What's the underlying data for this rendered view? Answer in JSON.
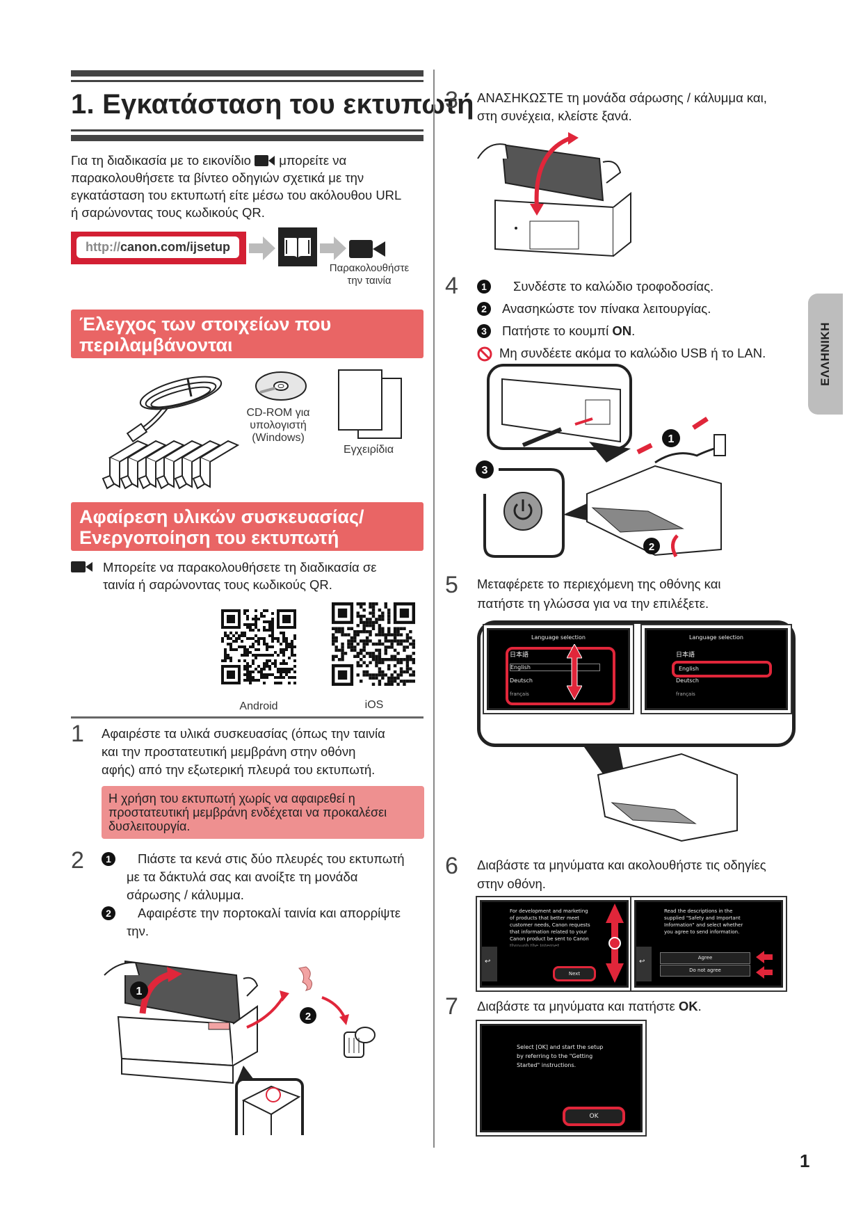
{
  "header": {
    "title": "1. Εγκατάσταση του εκτυπωτή"
  },
  "intro": {
    "line1": "Για τη διαδικασία με το εικονίδιο",
    "line1b": "μπορείτε να",
    "line2": "παρακολουθήσετε τα βίντεο οδηγιών σχετικά με την",
    "line3": "εγκατάσταση του εκτυπωτή είτε μέσω του ακόλουθου URL",
    "line4": "ή σαρώνοντας τους κωδικούς QR.",
    "url_prefix": "http://",
    "url_main": "canon.com/ijsetup",
    "watch_label_1": "Παρακολουθήστε",
    "watch_label_2": "την ταινία"
  },
  "contents_section": {
    "banner_line1": "Έλεγχος των στοιχείων που",
    "banner_line2": "περιλαμβάνονται",
    "cd_caption_1": "CD-ROM για",
    "cd_caption_2": "υπολογιστή",
    "cd_caption_3": "(Windows)",
    "manuals_caption": "Εγχειρίδια"
  },
  "unpack_section": {
    "banner_line1": "Αφαίρεση υλικών συσκευασίας/",
    "banner_line2": "Ενεργοποίηση του εκτυπωτή",
    "video_note_1": "Μπορείτε να παρακολουθήσετε τη διαδικασία σε",
    "video_note_2": "ταινία ή σαρώνοντας τους κωδικούς QR.",
    "qr_android_label": "Android",
    "qr_ios_label": "iOS"
  },
  "steps": [
    {
      "number": "1",
      "lines": [
        "Αφαιρέστε τα υλικά συσκευασίας (όπως την ταινία",
        "και την προστατευτική μεμβράνη στην οθόνη",
        "αφής) από την εξωτερική πλευρά του εκτυπωτή."
      ],
      "warning": [
        "Η χρήση του εκτυπωτή χωρίς να αφαιρεθεί η",
        "προστατευτική μεμβράνη ενδέχεται να προκαλέσει",
        "δυσλειτουργία."
      ]
    },
    {
      "number": "2",
      "sub1_marker": "1",
      "sub1_lines": [
        "Πιάστε τα κενά στις δύο πλευρές του εκτυπωτή",
        "με τα δάκτυλά σας και ανοίξτε τη μονάδα",
        "σάρωσης / κάλυμμα."
      ],
      "sub2_marker": "2",
      "sub2_lines": [
        "Αφαιρέστε την πορτοκαλί ταινία και απορρίψτε",
        "την."
      ]
    },
    {
      "number": "3",
      "lines": [
        "ΑΝΑΣΗΚΩΣΤΕ τη μονάδα σάρωσης / κάλυμμα και,",
        "στη συνέχεια, κλείστε ξανά."
      ]
    },
    {
      "number": "4",
      "sub1_marker": "1",
      "sub1": "Συνδέστε το καλώδιο τροφοδοσίας.",
      "sub2_marker": "2",
      "sub2": "Ανασηκώστε τον πίνακα λειτουργίας.",
      "sub3_marker": "3",
      "sub3_prefix": "Πατήστε το κουμπί ",
      "sub3_bold": "ON",
      "sub3_suffix": ".",
      "prohibit": "Μη συνδέετε ακόμα το καλώδιο USB ή το LAN."
    },
    {
      "number": "5",
      "lines": [
        "Μεταφέρετε το περιεχόμενη της οθόνης και",
        "πατήστε τη γλώσσα για να την επιλέξετε."
      ],
      "screen_title": "Language selection",
      "languages": [
        "日本語",
        "English",
        "Deutsch",
        "français"
      ]
    },
    {
      "number": "6",
      "lines": [
        "Διαβάστε τα μηνύματα και ακολουθήστε τις οδηγίες",
        "στην οθόνη."
      ],
      "screen1_text": [
        "For development and marketing",
        "of products that better meet",
        "customer needs, Canon requests",
        "that information related to your",
        "Canon product be sent to Canon",
        "through the Internet."
      ],
      "screen1_button": "Next",
      "screen2_text": [
        "Read the descriptions in the",
        "supplied \"Safety and Important",
        "Information\" and select whether",
        "you agree to send information."
      ],
      "screen2_agree": "Agree",
      "screen2_disagree": "Do not agree",
      "back_symbol": "↩"
    },
    {
      "number": "7",
      "line_prefix": "Διαβάστε τα μηνύματα και πατήστε ",
      "line_bold": "OK",
      "line_suffix": ".",
      "screen_text": [
        "Select [OK] and start the setup",
        "by referring to the \"Getting",
        "Started\" instructions."
      ],
      "screen_button": "OK"
    }
  ],
  "side_tab": "ΕΛΛΗΝΙΚΗ",
  "page_number": "1",
  "colors": {
    "banner_red": "#e96565",
    "warning_pink": "#ee9090",
    "accent_red": "#e0263a",
    "dark_rule": "#444444",
    "side_tab_gray": "#bdbdbd"
  }
}
